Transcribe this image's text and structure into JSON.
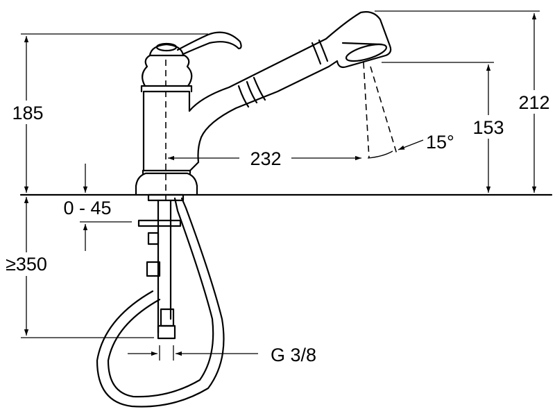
{
  "dimensions": {
    "height_185": "185",
    "height_212": "212",
    "height_153": "153",
    "reach_232": "232",
    "spray_angle": "15°",
    "deck_thickness": "0 - 45",
    "hose_clearance": "≥350",
    "connection_thread": "G 3/8"
  },
  "colors": {
    "line": "#000000",
    "background": "#ffffff"
  }
}
